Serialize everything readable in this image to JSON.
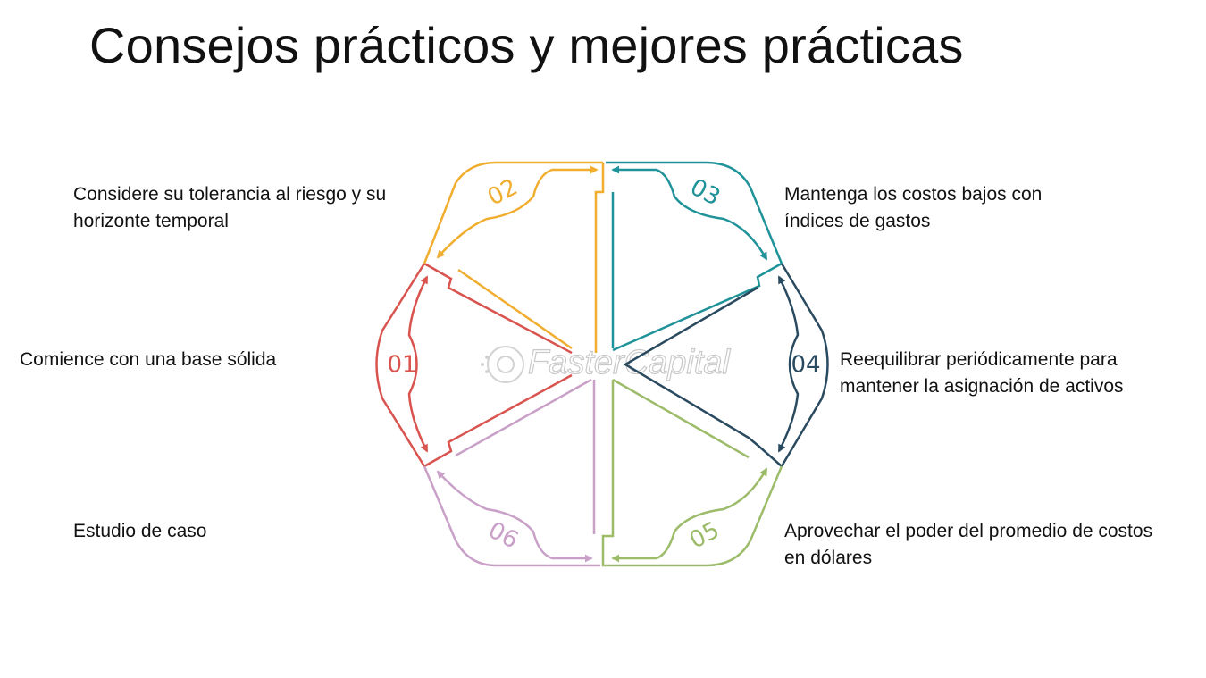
{
  "title": "Consejos prácticos y mejores prácticas",
  "watermark": "FasterCapital",
  "segments": [
    {
      "number": "01",
      "text": "Comience con una base sólida",
      "color": "#d9534f"
    },
    {
      "number": "02",
      "text": "Considere su tolerancia al riesgo y su horizonte temporal",
      "color": "#f0ad2e"
    },
    {
      "number": "03",
      "text": "Mantenga los costos bajos con índices de gastos",
      "color": "#1f9399"
    },
    {
      "number": "04",
      "text": "Reequilibrar periódicamente para mantener la asignación de activos",
      "color": "#2a4a60"
    },
    {
      "number": "05",
      "text": "Aprovechar el poder del promedio de costos en dólares",
      "color": "#9cbc6a"
    },
    {
      "number": "06",
      "text": "Estudio de caso",
      "color": "#c9a0c8"
    }
  ]
}
